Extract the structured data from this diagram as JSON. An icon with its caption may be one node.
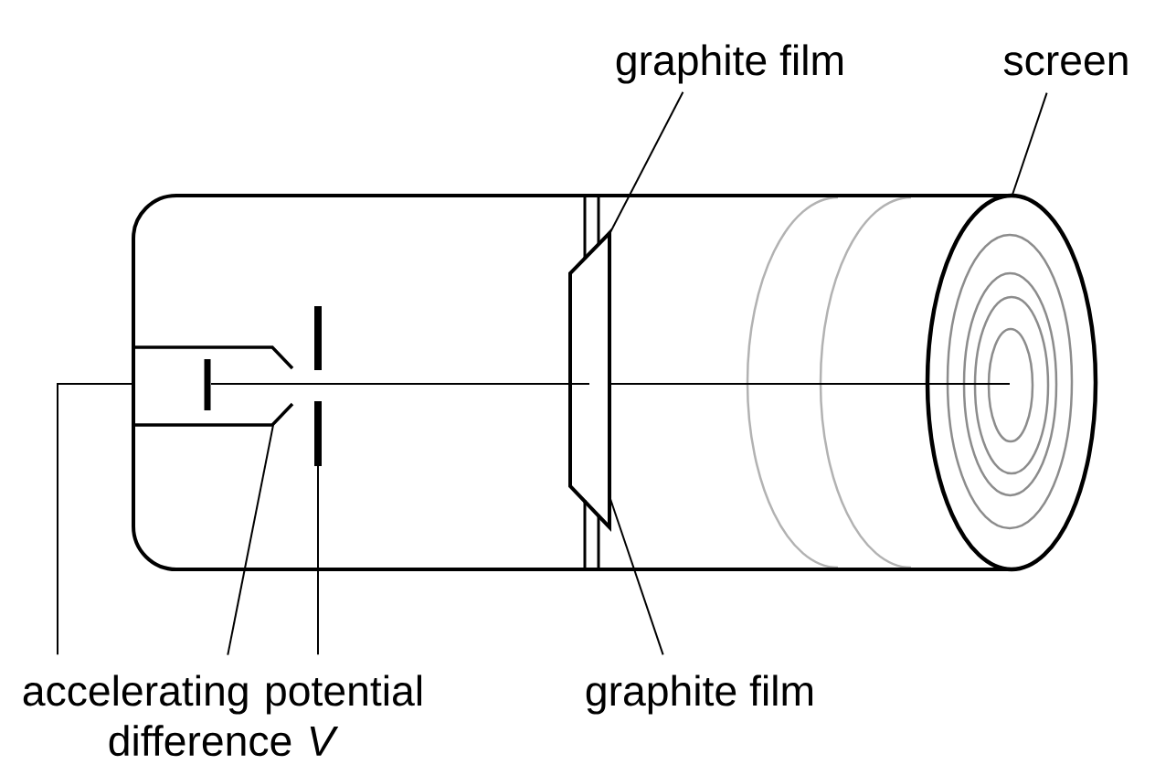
{
  "diagram": {
    "nodes": [
      {
        "text": [
          "graphite film"
        ]
      },
      {
        "text": [
          "screen"
        ]
      },
      {
        "text": [],
        "shape": "tube"
      },
      {
        "text": [],
        "shape": "cylinder",
        "in": 2
      },
      {
        "text": [],
        "shape": "bar",
        "in": 3
      },
      {
        "text": [],
        "shape": "bar",
        "in": 2
      },
      {
        "text": [],
        "shape": "bar",
        "in": 2
      },
      {
        "text": [],
        "shape": "trapezium",
        "in": 2
      },
      {
        "text": [],
        "shape": "ellipse"
      },
      {
        "text": [
          "accelerating potential difference *V*"
        ]
      },
      {
        "text": [
          "graphite film"
        ]
      }
    ],
    "edges": [
      {
        "from": 0,
        "to": 7,
        "arrow": "none"
      },
      {
        "from": 1,
        "to": 8,
        "arrow": "none"
      },
      {
        "from": 9,
        "to": 2,
        "arrow": "none"
      },
      {
        "from": 9,
        "to": 3,
        "arrow": "none"
      },
      {
        "from": 9,
        "to": 6,
        "arrow": "none"
      },
      {
        "from": 10,
        "to": 7,
        "arrow": "none"
      },
      {
        "from": 4,
        "to": 7,
        "arrow": "none"
      },
      {
        "from": 7,
        "to": 8,
        "arrow": "none"
      }
    ]
  }
}
